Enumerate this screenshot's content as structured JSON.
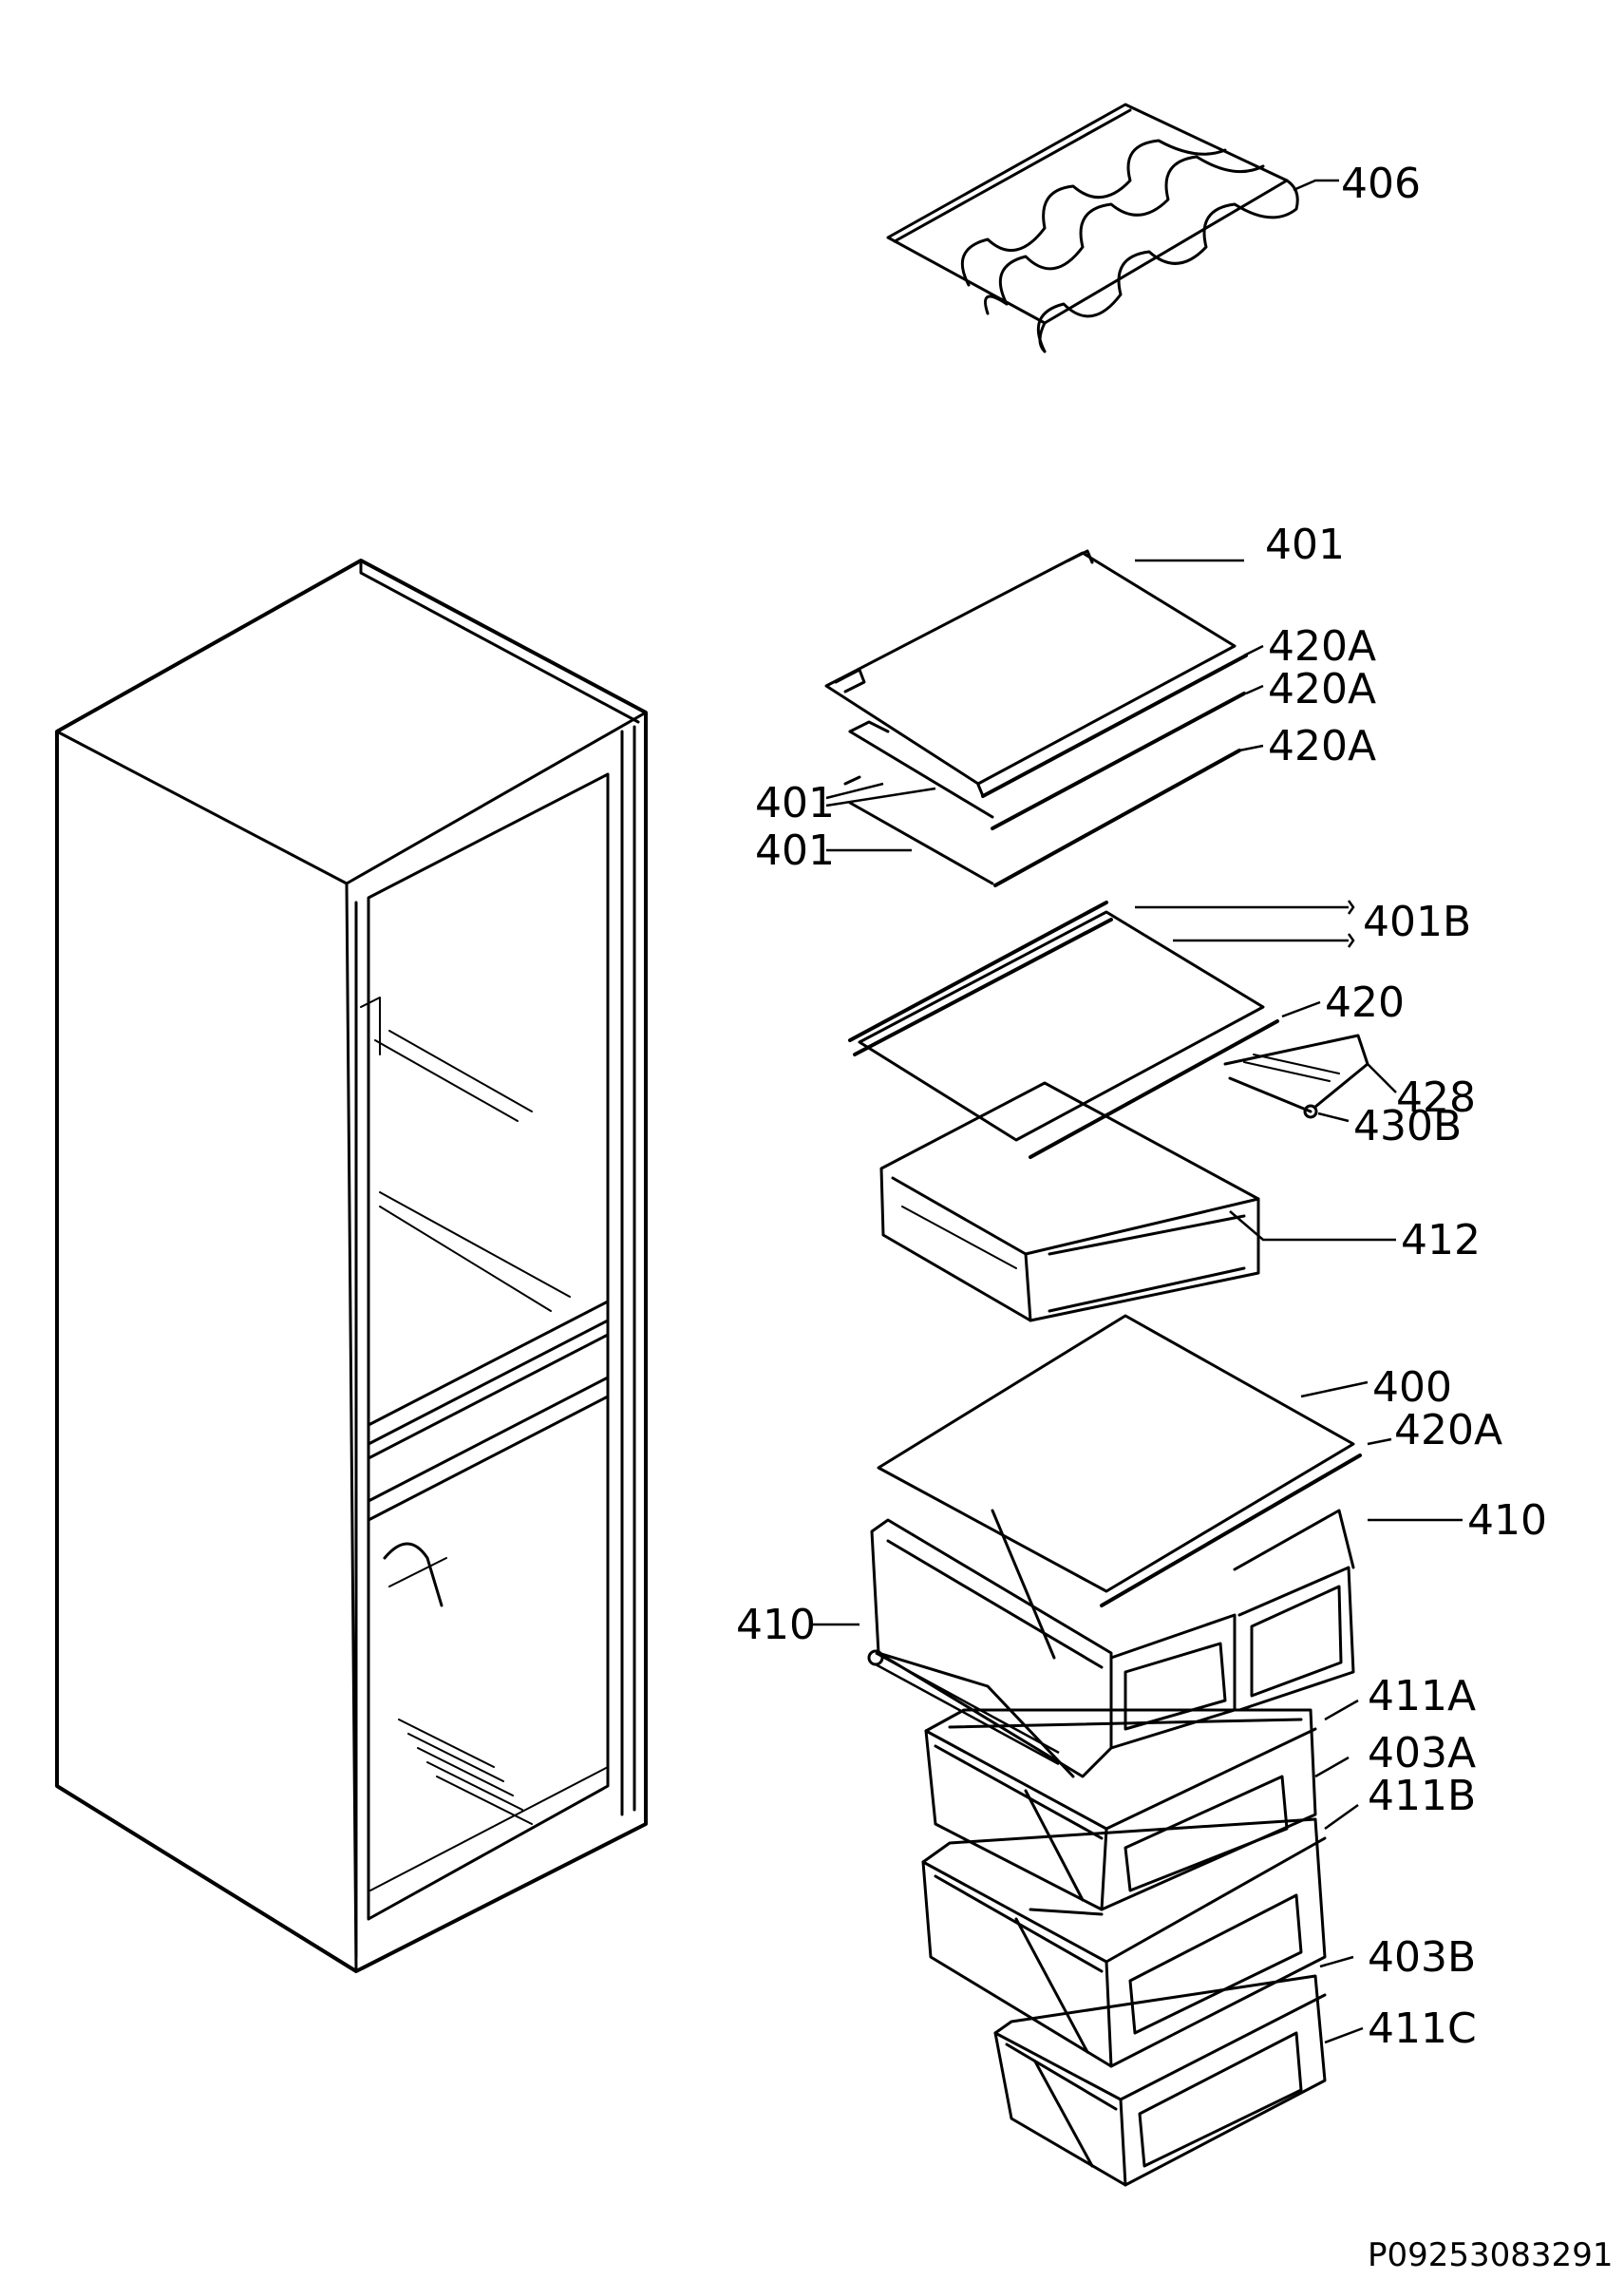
{
  "document_code": "P09253083291",
  "labels": {
    "l406": "406",
    "l401_top": "401",
    "l420A_1": "420A",
    "l420A_2": "420A",
    "l420A_3": "420A",
    "l401_mid": "401",
    "l401_low": "401",
    "l401B": "401B",
    "l420": "420",
    "l428": "428",
    "l430B": "430B",
    "l412": "412",
    "l400": "400",
    "l420A_4": "420A",
    "l410_right": "410",
    "l410_left": "410",
    "l411A": "411A",
    "l403A": "403A",
    "l411B": "411B",
    "l403B": "403B",
    "l411C": "411C"
  }
}
